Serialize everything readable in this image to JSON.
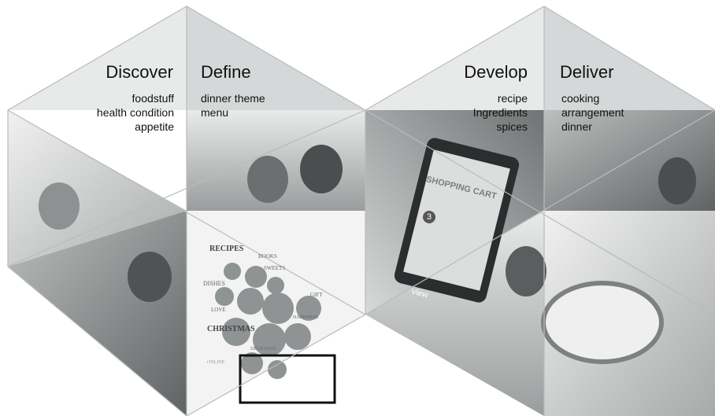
{
  "phases": [
    {
      "title": "Discover",
      "items": [
        "foodstuff",
        "health condition",
        "appetite"
      ]
    },
    {
      "title": "Define",
      "items": [
        "dinner theme",
        "menu"
      ]
    },
    {
      "title": "Develop",
      "items": [
        "recipe",
        "Ingredients",
        "spices"
      ]
    },
    {
      "title": "Deliver",
      "items": [
        "cooking",
        "arrangement",
        "dinner"
      ]
    }
  ],
  "photo_texts": {
    "word_cloud_words": [
      "RECIPES",
      "BOOKS",
      "SWEETS",
      "DISHES",
      "GIFT",
      "LOVE",
      "HAPPINESS",
      "CHRISTMAS",
      "DELICIOUS",
      "ONLINE"
    ],
    "phone_screen_title": "SHOPPING CART",
    "phone_badge": "3",
    "phone_button": "View"
  },
  "colors": {
    "light_panel": "#e6e8e8",
    "shaded_panel": "#d4d7d7",
    "outline": "#b8bcbc"
  }
}
